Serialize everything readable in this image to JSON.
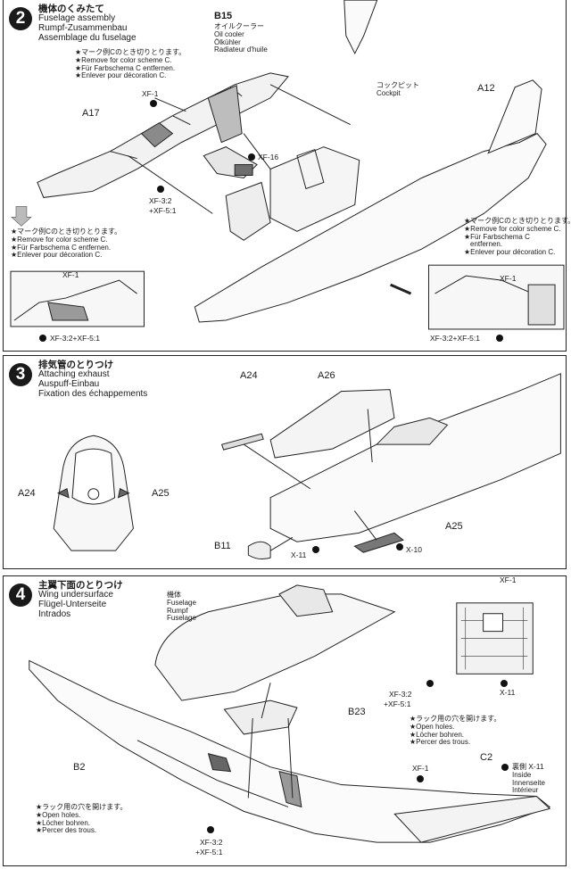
{
  "steps": {
    "s2": {
      "number": "2",
      "title_jp": "機体のくみたて",
      "title_en": "Fuselage assembly",
      "title_de": "Rumpf-Zusammenbau",
      "title_fr": "Assemblage du fuselage",
      "labels": {
        "b15": "B15",
        "oil_jp": "オイルクーラー",
        "oil_en": "Oil cooler",
        "oil_de": "Ölkühler",
        "oil_fr": "Radiateur d'huile",
        "cockpit_jp": "コックピット",
        "cockpit_en": "Cockpit",
        "a12": "A12",
        "a17": "A17",
        "xf1_a": "XF-1",
        "xf16": "XF-16",
        "xf3_a": "XF-3:2",
        "xf5_a": "+XF-5:1",
        "xf1_b": "XF-1",
        "xf35_b": "XF-3:2+XF-5:1",
        "xf1_c": "XF-1",
        "xf35_c": "XF-3:2+XF-5:1"
      },
      "note_top": [
        "★マーク例Cのとき切りとります。",
        "★Remove for color scheme C.",
        "★Für Farbschema C entfernen.",
        "★Enlever pour décoration C."
      ],
      "note_left": [
        "★マーク例Cのとき切りとります。",
        "★Remove for color scheme C.",
        "★Für Farbschema C entfernen.",
        "★Enlever pour décoration C."
      ],
      "note_right": [
        "★マーク例Cのとき切りとります。",
        "★Remove for color scheme C.",
        "★Für Farbschema C",
        "entfernen.",
        "★Enlever pour décoration C."
      ]
    },
    "s3": {
      "number": "3",
      "title_jp": "排気管のとりつけ",
      "title_en": "Attaching exhaust",
      "title_de": "Auspuff-Einbau",
      "title_fr": "Fixation des échappements",
      "labels": {
        "a24_front": "A24",
        "a25_front": "A25",
        "a24": "A24",
        "a26": "A26",
        "a25": "A25",
        "b11": "B11",
        "x11": "X-11",
        "x10": "X-10"
      }
    },
    "s4": {
      "number": "4",
      "title_jp": "主翼下面のとりつけ",
      "title_en": "Wing undersurface",
      "title_de": "Flügel-Unterseite",
      "title_fr": "Intrados",
      "labels": {
        "fus_jp": "機体",
        "fus_en": "Fuselage",
        "fus_de": "Rumpf",
        "fus_fr": "Fuselage",
        "b2": "B2",
        "b23": "B23",
        "c2": "C2",
        "inside_jp": "裏側",
        "x11_top": "X-11",
        "inside_en": "Inside",
        "inside_de": "Innenseite",
        "inside_fr": "Intérieur",
        "xf1_top": "XF-1",
        "xf1_mid": "XF-1",
        "x11_box": "X-11",
        "xf3_mid": "XF-3:2",
        "xf5_mid": "+XF-5:1",
        "xf3_bot": "XF-3:2",
        "xf5_bot": "+XF-5:1"
      },
      "note_holes_right": [
        "★ラック用の穴を開けます。",
        "★Open holes.",
        "★Löcher bohren.",
        "★Percer des trous."
      ],
      "note_holes_left": [
        "★ラック用の穴を開けます。",
        "★Open holes.",
        "★Löcher bohren.",
        "★Percer des trous."
      ]
    }
  }
}
